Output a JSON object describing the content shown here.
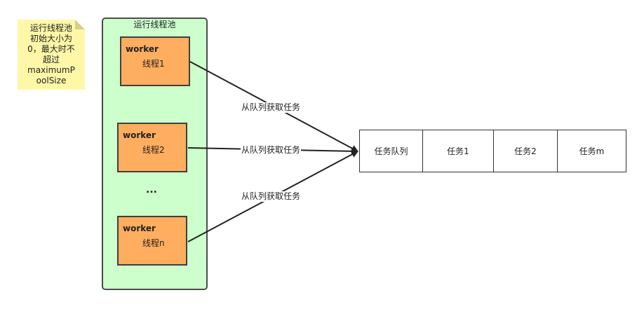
{
  "note": {
    "lines": [
      "运行线程池",
      "初始大小为",
      "0，最大时不",
      "超过",
      "maximumP",
      "oolSize"
    ]
  },
  "pool": {
    "title": "运行线程池",
    "workers": [
      {
        "worker_label": "worker",
        "thread_label": "线程1"
      },
      {
        "worker_label": "worker",
        "thread_label": "线程2"
      },
      {
        "worker_label": "worker",
        "thread_label": "线程n"
      }
    ],
    "ellipsis": "..."
  },
  "queue": {
    "cells": [
      "任务队列",
      "任务1",
      "任务2",
      "任务m"
    ]
  },
  "links": [
    {
      "label": "从队列获取任务"
    },
    {
      "label": "从队列获取任务"
    },
    {
      "label": "从队列获取任务"
    }
  ],
  "colors": {
    "note": "#fff7a8",
    "pool": "#ccffcc",
    "worker": "#ffad5e",
    "line": "#222222"
  }
}
